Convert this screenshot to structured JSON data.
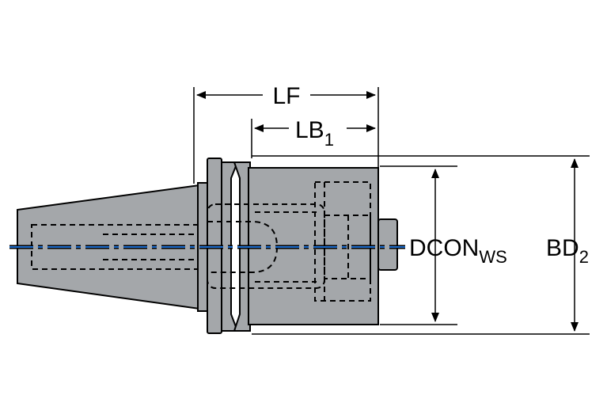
{
  "diagram": {
    "labels": {
      "lf": "LF",
      "lb1_main": "LB",
      "lb1_sub": "1",
      "dcon_main": "DCON",
      "dcon_sub": "WS",
      "bd2_main": "BD",
      "bd2_sub": "2"
    },
    "colors": {
      "body": "#a4a7aa",
      "outline": "#000000",
      "axis": "#1f6fd0",
      "background": "#ffffff"
    }
  }
}
